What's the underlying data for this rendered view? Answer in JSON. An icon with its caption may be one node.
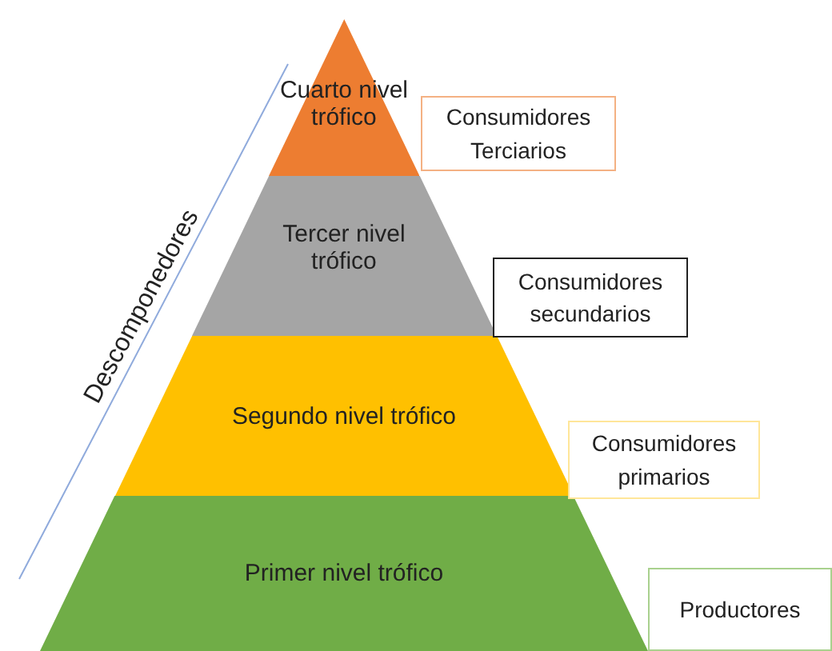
{
  "diagram": {
    "nodes": [
      {
        "text": [
          "Cuarto nivel trófico"
        ]
      },
      {
        "text": [
          "Tercer nivel trófico"
        ]
      },
      {
        "text": [
          "Segundo nivel trófico"
        ]
      },
      {
        "text": [
          "Primer nivel trófico"
        ]
      },
      {
        "text": [
          "Consumidores Terciarios"
        ]
      },
      {
        "text": [
          "Consumidores secundarios"
        ]
      },
      {
        "text": [
          "Consumidores primarios"
        ]
      },
      {
        "text": [
          "Productores"
        ]
      }
    ],
    "edges": [],
    "labels": [
      "Descomponedores"
    ]
  }
}
